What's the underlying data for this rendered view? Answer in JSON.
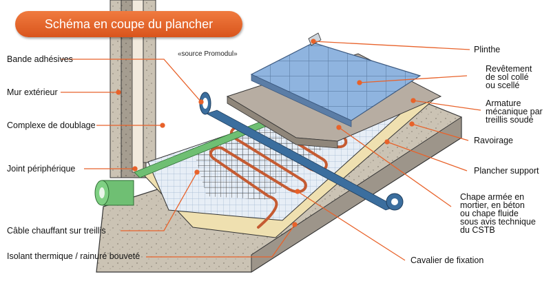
{
  "title": "Schéma en coupe du plancher",
  "source": "«source Promodul»",
  "labels": {
    "bande": "Bande adhésives",
    "mur": "Mur extérieur",
    "complexe": "Complexe de doublage",
    "joint": "Joint périphérique",
    "cable": "Câble chauffant sur treillis",
    "isolant": "Isolant thermique / rainuré bouveté",
    "plinthe": "Plinthe",
    "revetement": [
      "Revêtement",
      "de sol collé",
      "ou scellé"
    ],
    "armature": [
      "Armature",
      "mécanique par",
      "treillis soudé"
    ],
    "ravoirage": "Ravoirage",
    "plancher": "Plancher support",
    "chape": [
      "Chape armée en",
      "mortier, en béton",
      "ou chape fluide",
      "sous avis technique",
      "du CSTB"
    ],
    "cavalier": "Cavalier de fixation"
  },
  "colors": {
    "accent": "#e8622a",
    "leader": "#e8622a",
    "concrete": "#cbc3b4",
    "wall_band": "#f2eadd",
    "edge_strip": "#6fbf73",
    "tape": "#3b6e9e",
    "mesh_board": "#e7eef6",
    "insulation": "#efe0b0",
    "tile": "#7fa8d8",
    "screed": "#b7ada2",
    "cable": "#c55b32"
  }
}
